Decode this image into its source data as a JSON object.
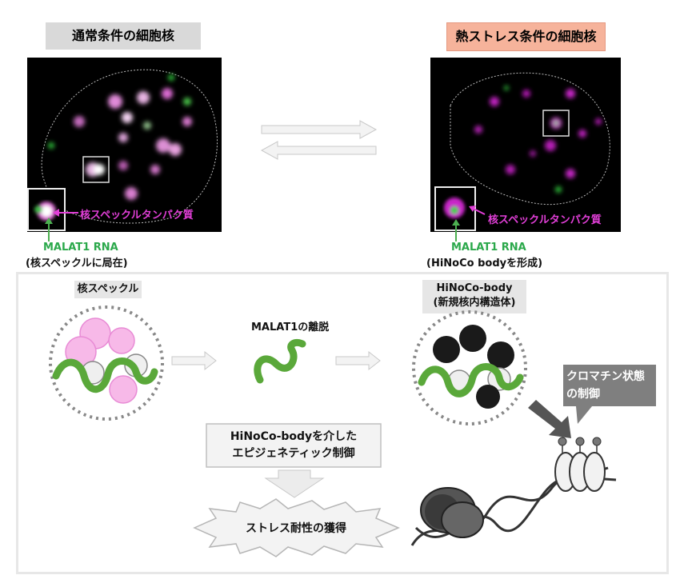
{
  "top": {
    "normal_title": "通常条件の細胞核",
    "stress_title": "熱ストレス条件の細胞核",
    "speckle_protein_left": "核スペックルタンパク質",
    "speckle_protein_right": "核スペックルタンパク質",
    "malat1_left": "MALAT1 RNA",
    "malat1_left_sub": "(核スペックルに局在)",
    "malat1_right": "MALAT1 RNA",
    "malat1_right_sub": "(HiNoCo bodyを形成)"
  },
  "bottom": {
    "speckle_label": "核スペックル",
    "release_label": "MALAT1の離脱",
    "hinoco_label_line1": "HiNoCo-body",
    "hinoco_label_line2": "(新規核内構造体)",
    "epigenetic_line1": "HiNoCo-bodyを介した",
    "epigenetic_line2": "エピジェネティック制御",
    "stress_result": "ストレス耐性の獲得",
    "chromatin_line1": "クロマチン状態",
    "chromatin_line2": "の制御"
  },
  "colors": {
    "magenta": "#e23fd8",
    "green": "#4caf50",
    "title_gray": "#d9d9d9",
    "title_salmon": "#f6b39b",
    "callout_gray": "#7f7f7f"
  }
}
